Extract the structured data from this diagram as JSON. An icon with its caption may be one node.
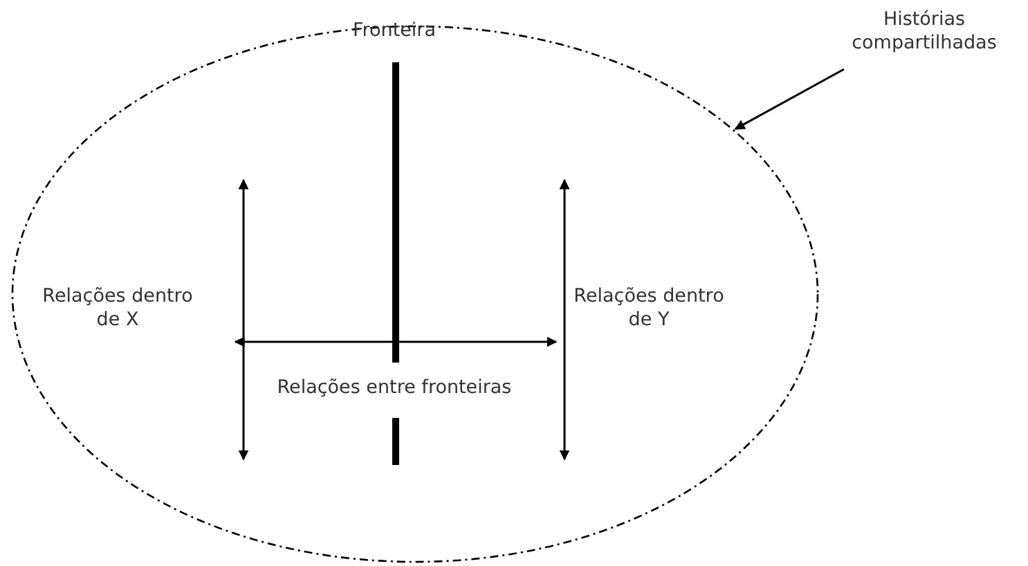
{
  "diagram": {
    "nodes": [
      {
        "text": [],
        "shape": "ellipse"
      },
      {
        "text": [
          "Histórias compartilhadas"
        ]
      }
    ],
    "edges": [
      {
        "from": 1,
        "to": 0,
        "arrow": "to"
      }
    ],
    "labels": [
      "Fronteira",
      "Relações dentro de X",
      "Relações dentro de Y",
      "Relações entre fronteiras"
    ]
  }
}
